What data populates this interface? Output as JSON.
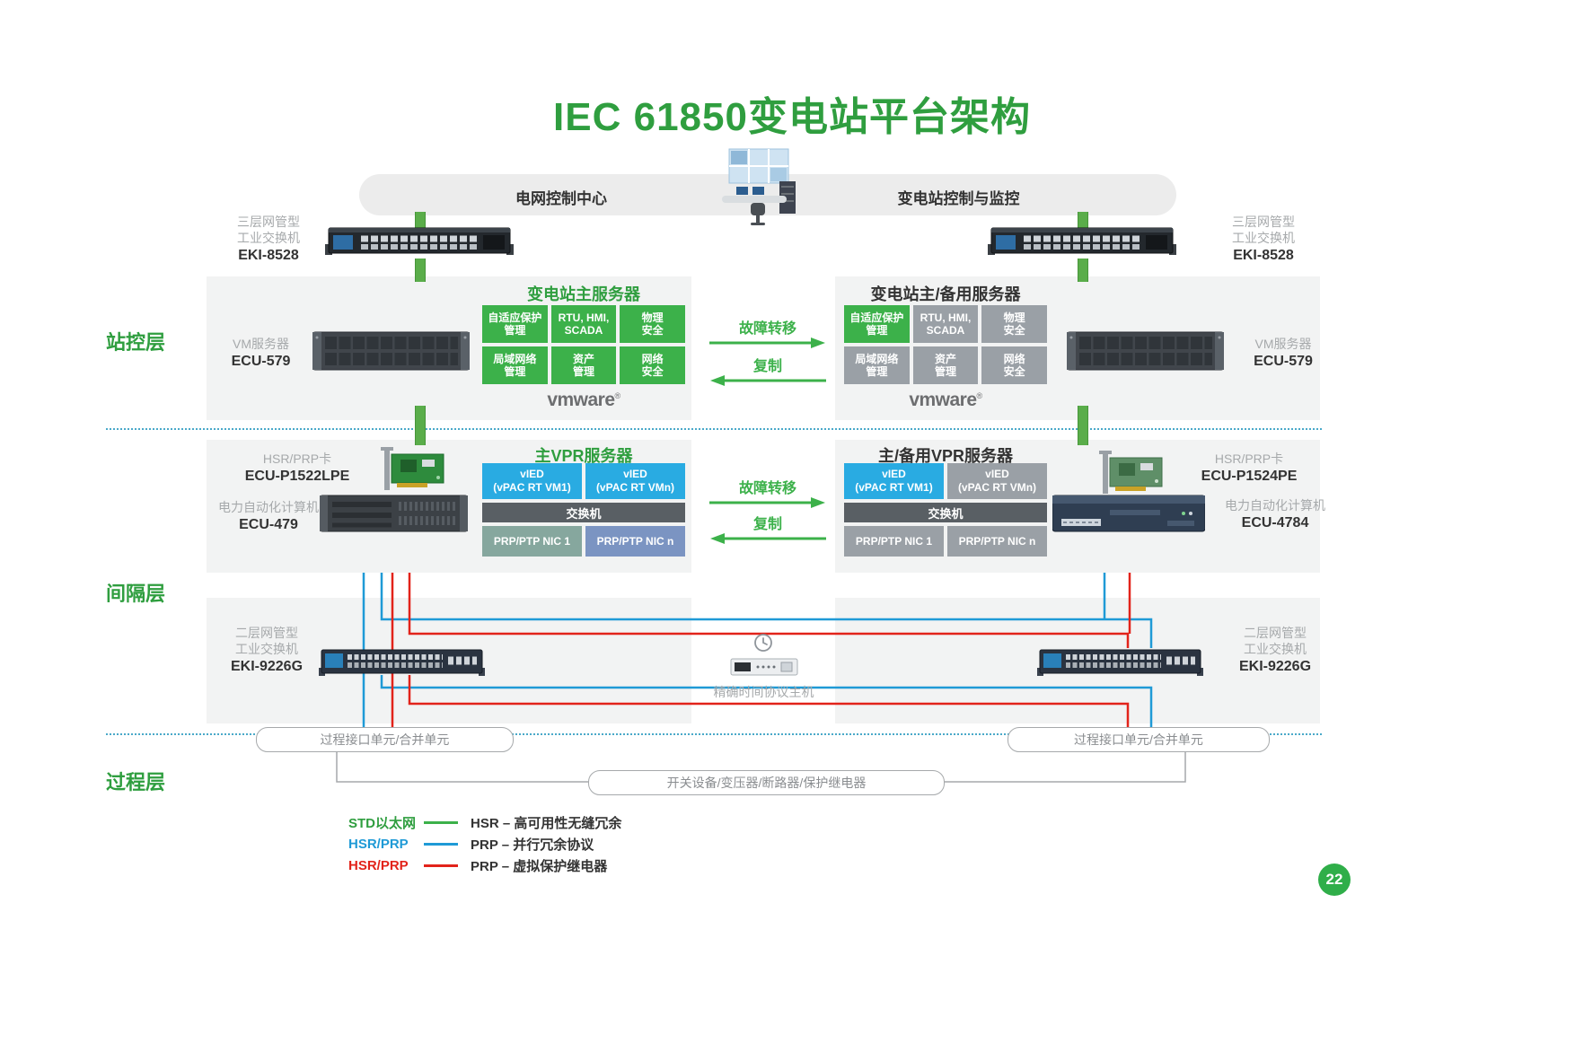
{
  "title": "IEC 61850变电站平台架构",
  "banner": {
    "left": "电网控制中心",
    "right": "变电站控制与监控"
  },
  "layers": {
    "station": "站控层",
    "bay": "间隔层",
    "process": "过程层"
  },
  "devices": {
    "l3_left": {
      "type": "三层网管型\n工业交换机",
      "model": "EKI-8528"
    },
    "l3_right": {
      "type": "三层网管型\n工业交换机",
      "model": "EKI-8528"
    },
    "vm_left": {
      "type": "VM服务器",
      "model": "ECU-579"
    },
    "vm_right": {
      "type": "VM服务器",
      "model": "ECU-579"
    },
    "card_left": {
      "type": "HSR/PRP卡",
      "model": "ECU-P1522LPE"
    },
    "card_right": {
      "type": "HSR/PRP卡",
      "model": "ECU-P1524PE"
    },
    "pc_left": {
      "type": "电力自动化计算机",
      "model": "ECU-479"
    },
    "pc_right": {
      "type": "电力自动化计算机",
      "model": "ECU-4784"
    },
    "l2_left": {
      "type": "二层网管型\n工业交换机",
      "model": "EKI-9226G"
    },
    "l2_right": {
      "type": "二层网管型\n工业交换机",
      "model": "EKI-9226G"
    },
    "ptp": {
      "label": "精确时间协议主机"
    }
  },
  "station": {
    "primary": {
      "title": "变电站主服务器",
      "cells": [
        "自适应保护\n管理",
        "RTU, HMI,\nSCADA",
        "物理\n安全",
        "局域网络\n管理",
        "资产\n管理",
        "网络\n安全"
      ],
      "logo": "vmware",
      "logo_suffix": "®"
    },
    "backup": {
      "title": "变电站主/备用服务器",
      "cells": [
        "自适应保护\n管理",
        "RTU, HMI,\nSCADA",
        "物理\n安全",
        "局域网络\n管理",
        "资产\n管理",
        "网络\n安全"
      ],
      "logo": "vmware",
      "logo_suffix": "®"
    }
  },
  "vpr": {
    "primary": {
      "title": "主VPR服务器",
      "vied1": "vIED\n(vPAC RT VM1)",
      "viedn": "vIED\n(vPAC RT VMn)",
      "switch": "交换机",
      "nic1": "PRP/PTP NIC 1",
      "nicn": "PRP/PTP NIC n"
    },
    "backup": {
      "title": "主/备用VPR服务器",
      "vied1": "vIED\n(vPAC RT VM1)",
      "viedn": "vIED\n(vPAC RT VMn)",
      "switch": "交换机",
      "nic1": "PRP/PTP NIC 1",
      "nicn": "PRP/PTP NIC n"
    }
  },
  "arrows": {
    "failover": "故障转移",
    "replicate": "复制"
  },
  "process_level": {
    "left_box": "过程接口单元/合并单元",
    "right_box": "过程接口单元/合并单元",
    "bottom_box": "开关设备/变压器/断路器/保护继电器"
  },
  "legend": {
    "row1": {
      "label": "STD以太网",
      "desc": "HSR – 高可用性无缝冗余"
    },
    "row2": {
      "label": "HSR/PRP",
      "desc": "PRP – 并行冗余协议"
    },
    "row3": {
      "label": "HSR/PRP",
      "desc": "PRP – 虚拟保护继电器"
    }
  },
  "page_number": "22",
  "colors": {
    "green": "#3cb14a",
    "title_green": "#2f9e3f",
    "blue": "#1f9ad6",
    "light_blue": "#29abe2",
    "red": "#e2231a",
    "gray_box": "#9aa0a6",
    "dark_bar": "#595f64",
    "teal_nic": "#86a79e",
    "blue_nic": "#7b94c2"
  }
}
